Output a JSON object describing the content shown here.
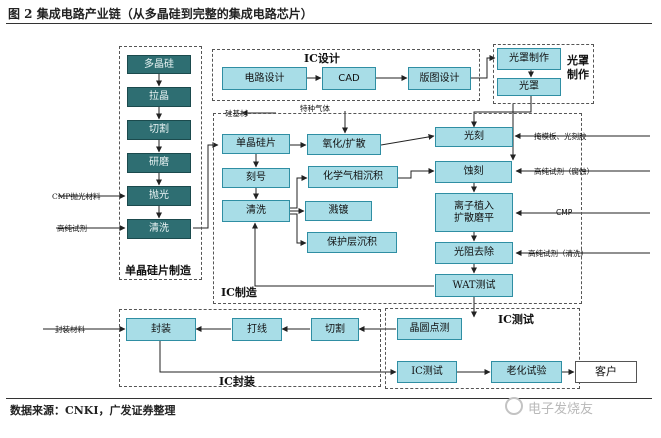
{
  "title": "图 2 集成电路产业链（从多晶硅到完整的集成电路芯片）",
  "source": "数据来源：CNKI，广发证券整理",
  "watermark": "电子发烧友",
  "regions": {
    "wafer": "单晶硅片制造",
    "ic_design": "IC设计",
    "mask": "光罩\n制作",
    "ic_manufacturing": "IC制造",
    "ic_test": "IC测试",
    "ic_packaging": "IC封装"
  },
  "wafer_steps": [
    "多晶硅",
    "拉晶",
    "切割",
    "研磨",
    "抛光",
    "清洗"
  ],
  "design_steps": [
    "电路设计",
    "CAD",
    "版图设计"
  ],
  "mask_steps": [
    "光罩制作",
    "光罩"
  ],
  "fab_left": [
    "单晶硅片",
    "刻号",
    "清洗"
  ],
  "fab_mid": [
    "氧化/扩散",
    "化学气相沉积",
    "溅镀",
    "保护层沉积"
  ],
  "fab_right": [
    "光刻",
    "蚀刻",
    "离子植入\n扩散磨平",
    "光阻去除",
    "WAT测试"
  ],
  "test_steps": [
    "晶圆点测",
    "IC测试",
    "老化试验",
    "客户"
  ],
  "package_steps": [
    "封装",
    "打线",
    "切割"
  ],
  "inputs": {
    "wafer_substrate": "硅基材",
    "special_gas": "特种气体",
    "mask_resist": "掩模板、光刻胶",
    "hp_reagent_etch": "高纯试剂（腐蚀）",
    "cmp": "CMP",
    "hp_reagent_clean": "高纯试剂（清洗）",
    "cmp_polish": "CMP抛光材料",
    "hp_reagent": "高纯试剂",
    "package_material": "封装材料"
  }
}
